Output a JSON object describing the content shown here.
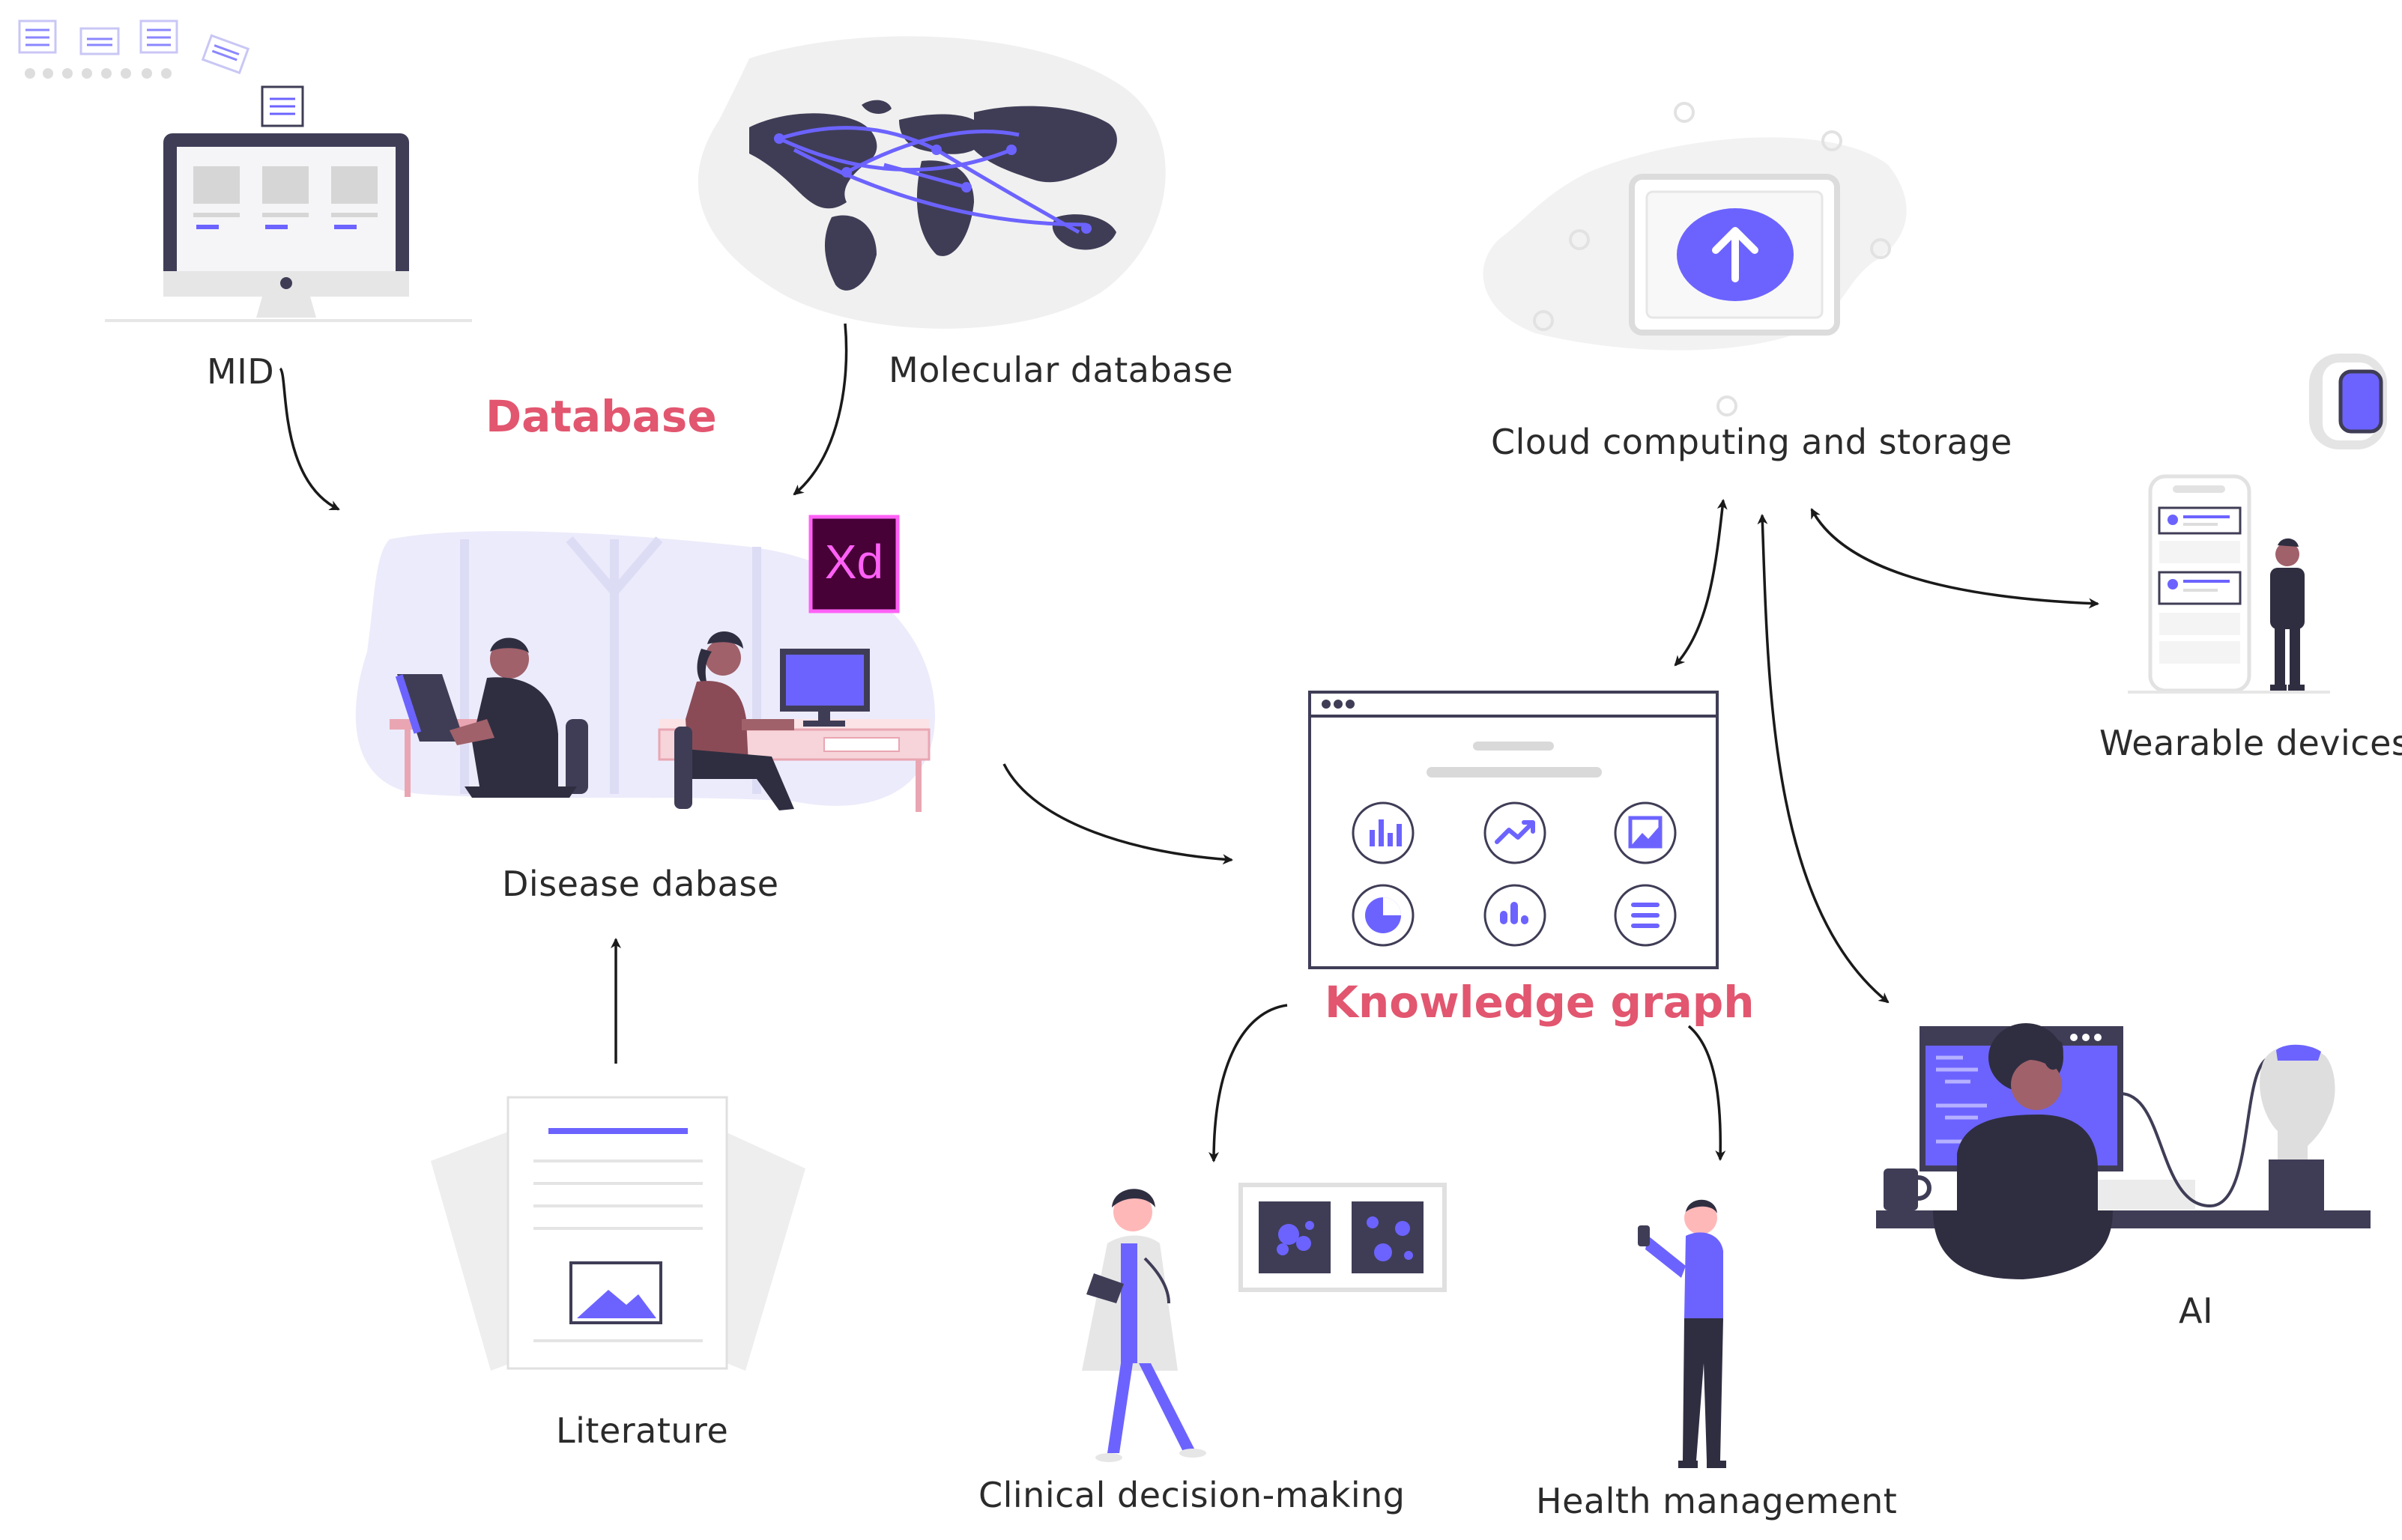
{
  "labels": {
    "mid": "MID",
    "molecular": "Molecular database",
    "database": "Database",
    "disease": "Disease dabase",
    "literature": "Literature",
    "cloud": "Cloud computing and  storage",
    "wearable": "Wearable devices",
    "knowledge": "Knowledge graph",
    "ai": "AI",
    "clinical": "Clinical decision-making",
    "health": "Health management",
    "xd": "Xd"
  },
  "colors": {
    "accent": "#6c63ff",
    "highlight": "#e2566f",
    "dark": "#3f3d56",
    "light_blob": "#f2f2f2",
    "xd_bg": "#470137",
    "xd_border": "#ff61f6"
  },
  "icons": {
    "dashboard": [
      "bar-chart-icon",
      "trend-line-icon",
      "image-chart-icon",
      "pie-chart-icon",
      "dot-bars-icon",
      "list-icon"
    ],
    "cloud": "upload-arrow-icon"
  }
}
